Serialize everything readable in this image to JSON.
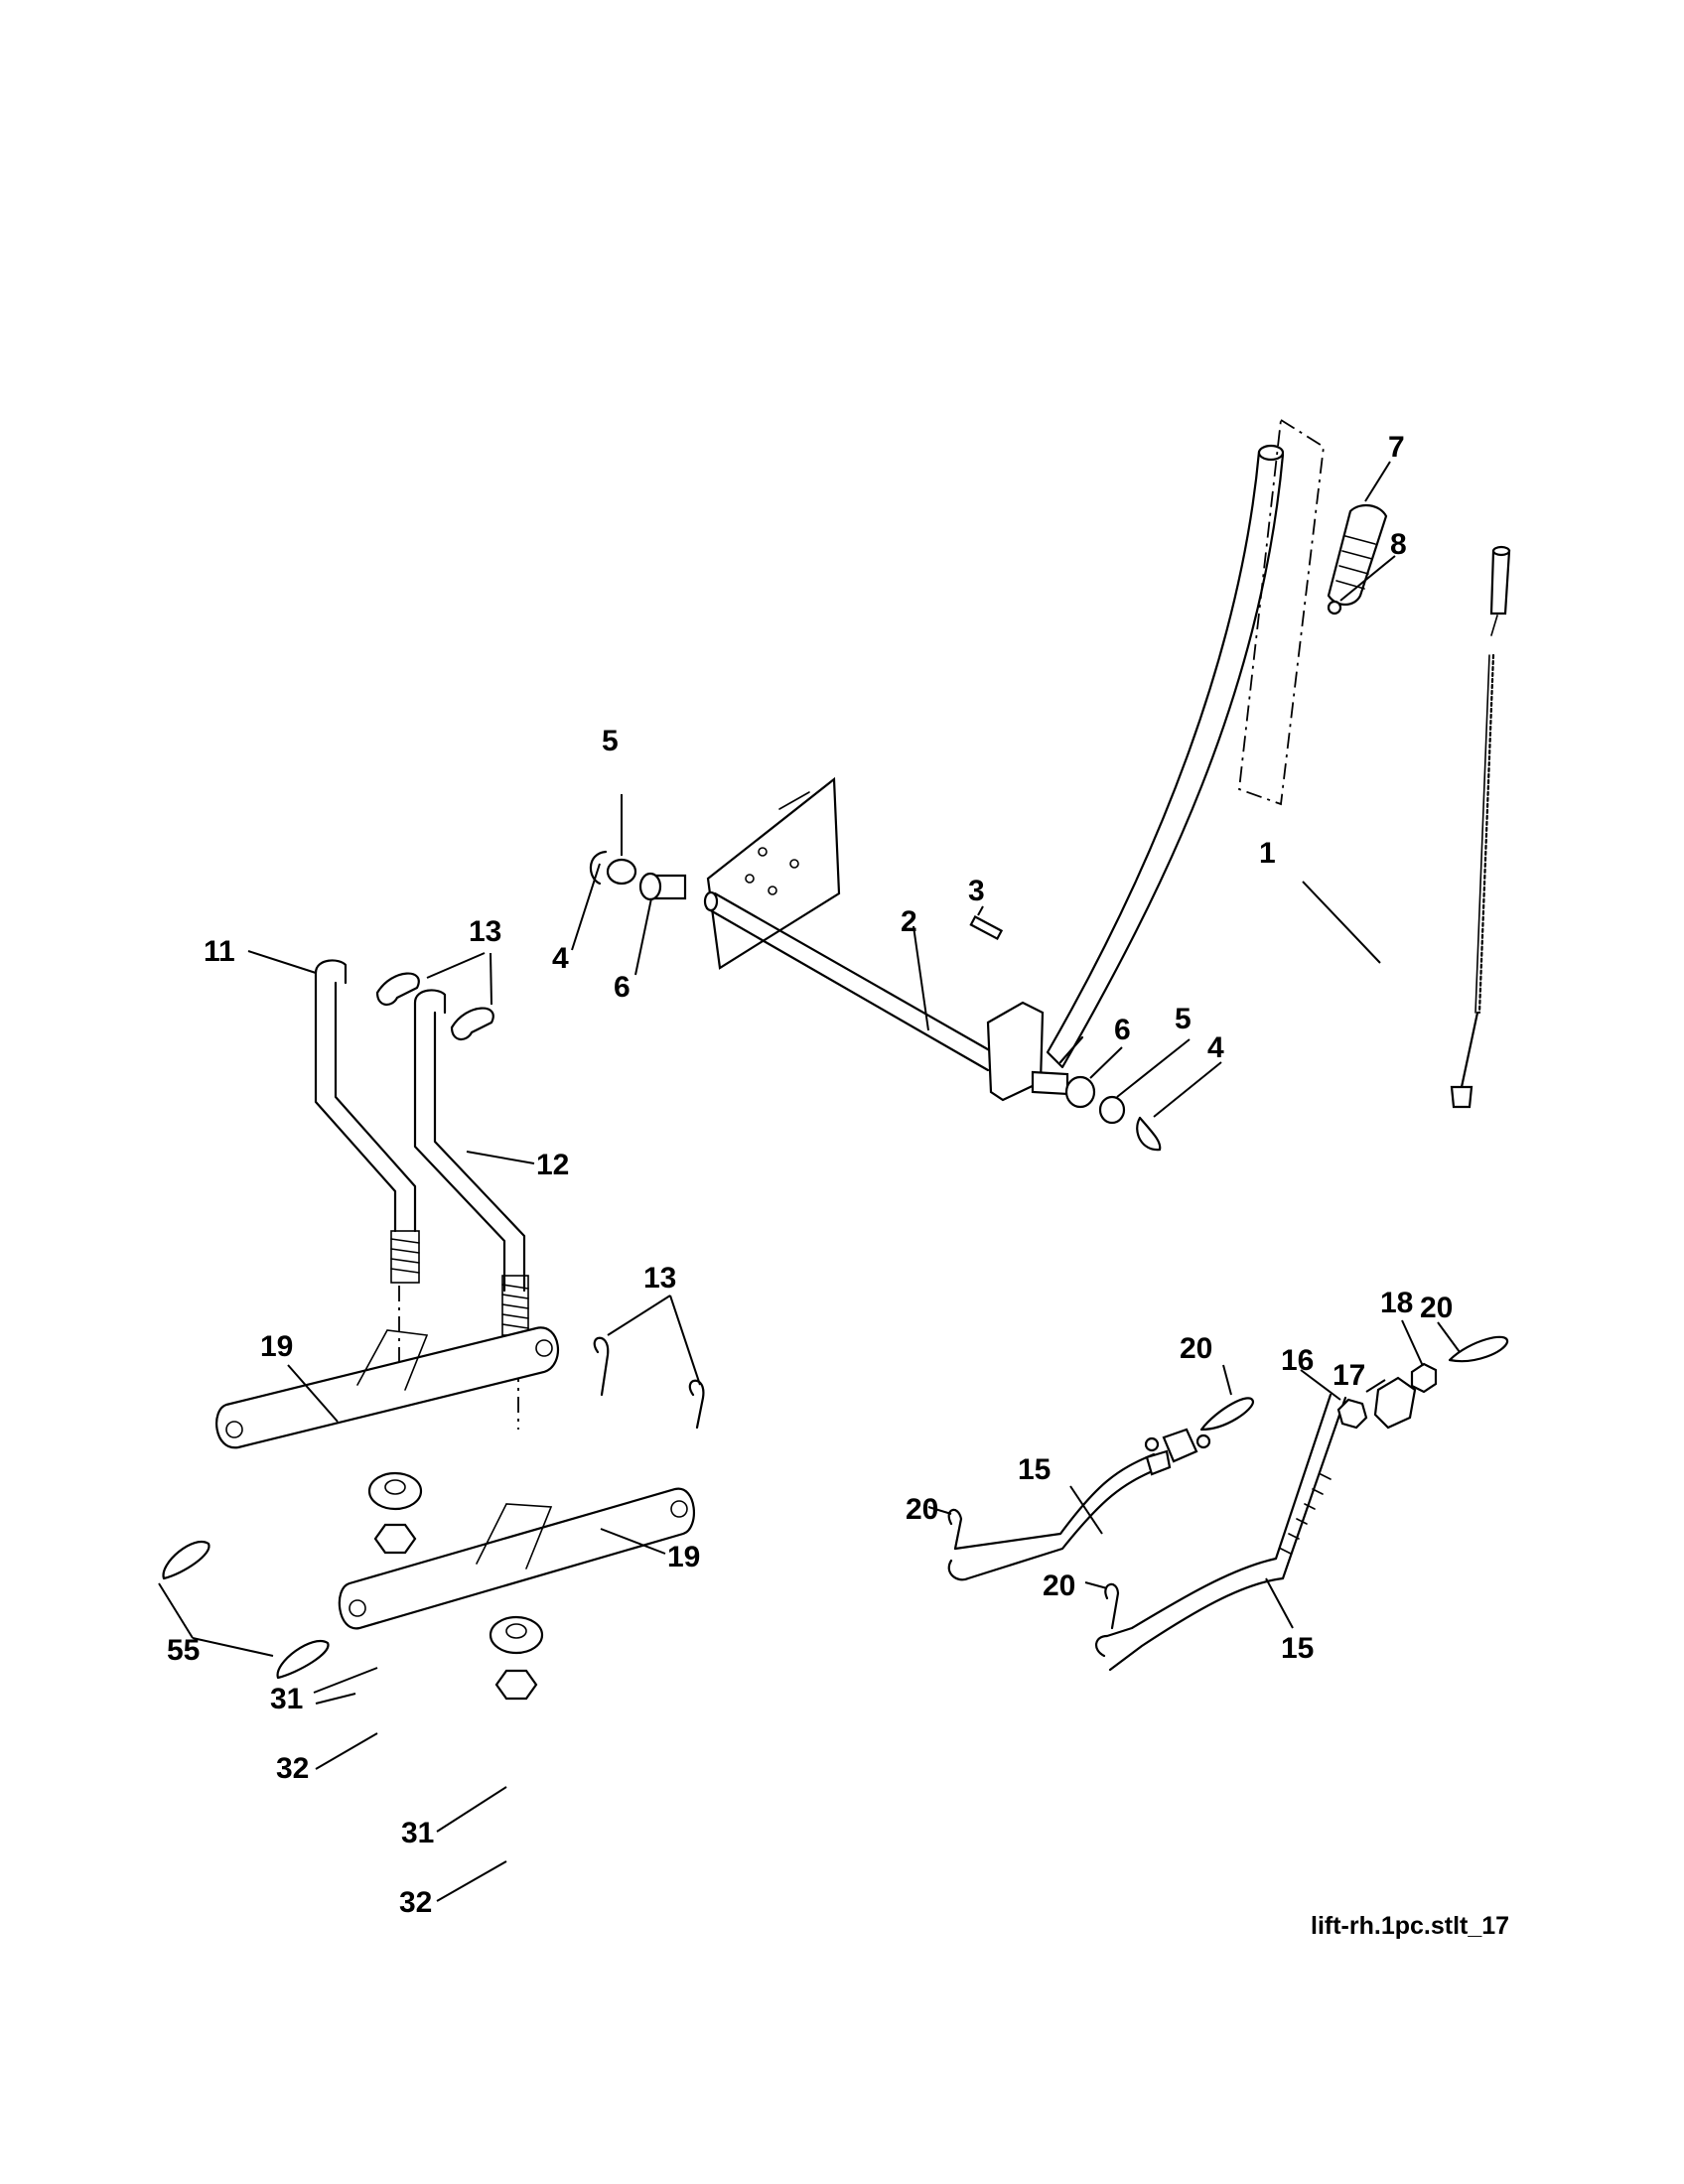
{
  "diagram": {
    "reference_code": "lift-rh.1pc.stlt_17",
    "callouts": [
      {
        "id": "c1",
        "text": "1"
      },
      {
        "id": "c2",
        "text": "2"
      },
      {
        "id": "c3",
        "text": "3"
      },
      {
        "id": "c4a",
        "text": "4"
      },
      {
        "id": "c4b",
        "text": "4"
      },
      {
        "id": "c5a",
        "text": "5"
      },
      {
        "id": "c5b",
        "text": "5"
      },
      {
        "id": "c6a",
        "text": "6"
      },
      {
        "id": "c6b",
        "text": "6"
      },
      {
        "id": "c7",
        "text": "7"
      },
      {
        "id": "c8",
        "text": "8"
      },
      {
        "id": "c11",
        "text": "11"
      },
      {
        "id": "c12",
        "text": "12"
      },
      {
        "id": "c13a",
        "text": "13"
      },
      {
        "id": "c13b",
        "text": "13"
      },
      {
        "id": "c15a",
        "text": "15"
      },
      {
        "id": "c15b",
        "text": "15"
      },
      {
        "id": "c16",
        "text": "16"
      },
      {
        "id": "c17",
        "text": "17"
      },
      {
        "id": "c18",
        "text": "18"
      },
      {
        "id": "c19a",
        "text": "19"
      },
      {
        "id": "c19b",
        "text": "19"
      },
      {
        "id": "c20a",
        "text": "20"
      },
      {
        "id": "c20b",
        "text": "20"
      },
      {
        "id": "c20c",
        "text": "20"
      },
      {
        "id": "c20d",
        "text": "20"
      },
      {
        "id": "c31a",
        "text": "31"
      },
      {
        "id": "c31b",
        "text": "31"
      },
      {
        "id": "c32a",
        "text": "32"
      },
      {
        "id": "c32b",
        "text": "32"
      },
      {
        "id": "c55",
        "text": "55"
      }
    ]
  }
}
